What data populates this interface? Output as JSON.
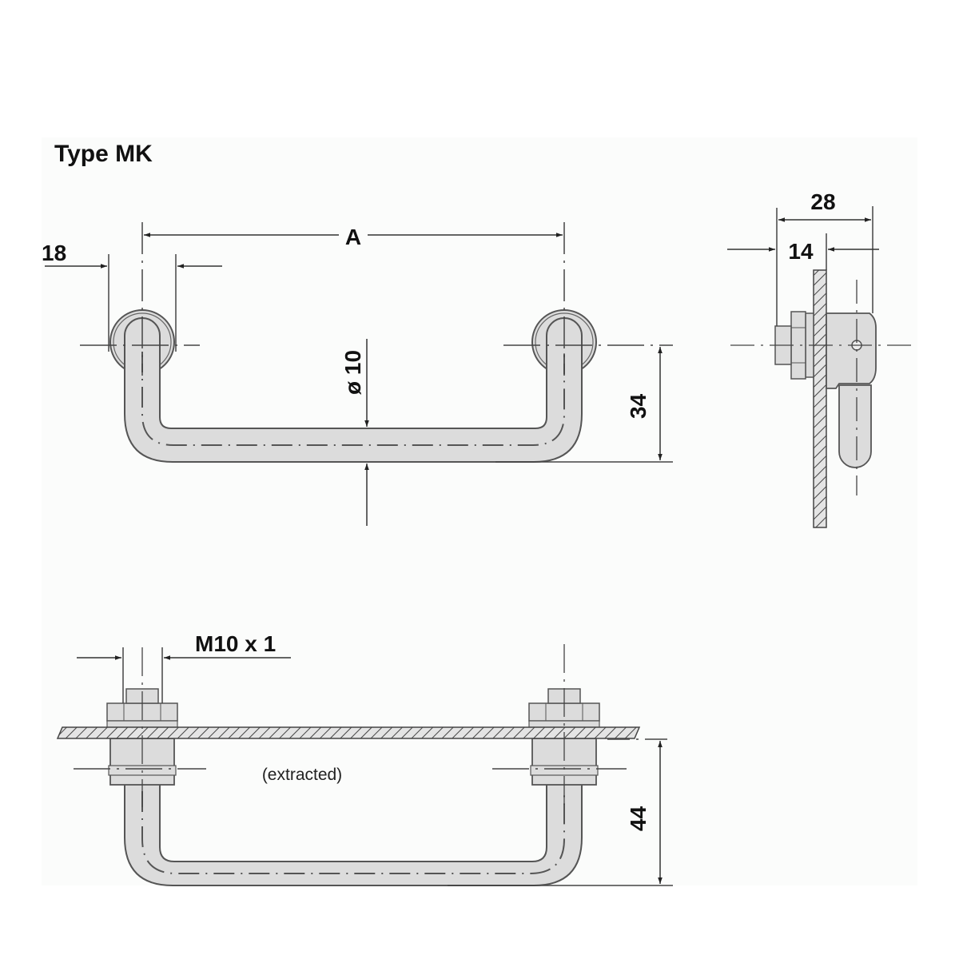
{
  "title": "Type MK",
  "front_view": {
    "dim_width_label": "A",
    "dim_boss_label": "18",
    "dim_tube_label": "ø 10",
    "dim_height_label": "34"
  },
  "side_view": {
    "dim_overall_label": "28",
    "dim_offset_label": "14"
  },
  "installed_view": {
    "thread_label": "M10 x 1",
    "state_note": "(extracted)",
    "dim_height_label": "44"
  },
  "colors": {
    "part_fill": "#dcdcdc",
    "outline": "#555555",
    "dim_line": "#333333",
    "panel_bg": "#fbfcfb"
  }
}
